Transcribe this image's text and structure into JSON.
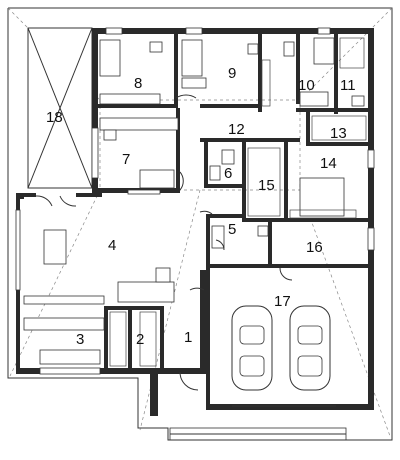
{
  "rooms": [
    {
      "id": "1",
      "label": "1"
    },
    {
      "id": "2",
      "label": "2"
    },
    {
      "id": "3",
      "label": "3"
    },
    {
      "id": "4",
      "label": "4"
    },
    {
      "id": "5",
      "label": "5"
    },
    {
      "id": "6",
      "label": "6"
    },
    {
      "id": "7",
      "label": "7"
    },
    {
      "id": "8",
      "label": "8"
    },
    {
      "id": "9",
      "label": "9"
    },
    {
      "id": "10",
      "label": "10"
    },
    {
      "id": "11",
      "label": "11"
    },
    {
      "id": "12",
      "label": "12"
    },
    {
      "id": "13",
      "label": "13"
    },
    {
      "id": "14",
      "label": "14"
    },
    {
      "id": "15",
      "label": "15"
    },
    {
      "id": "16",
      "label": "16"
    },
    {
      "id": "17",
      "label": "17"
    },
    {
      "id": "18",
      "label": "18"
    }
  ]
}
